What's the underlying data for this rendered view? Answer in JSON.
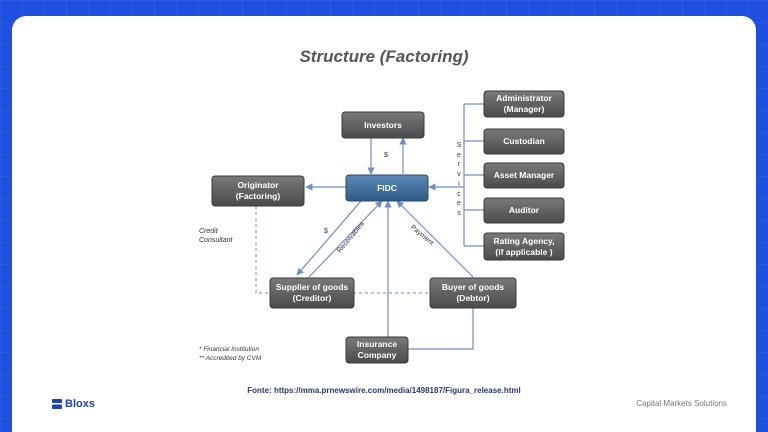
{
  "slide": {
    "title": "Structure (Factoring)",
    "source": "Fonte: https://mma.prnewswire.com/media/1498187/Figura_release.html",
    "brand": "Bloxs",
    "footer_right": "Capital Markets Solutions"
  },
  "diagram": {
    "nodes": {
      "investors": "Investors",
      "fidc": "FIDC",
      "originator": "Originator\n(Factoring)",
      "supplier": "Supplier of goods\n(Creditor)",
      "buyer": "Buyer of goods\n(Debtor)",
      "insurance": "Insurance\nCompany",
      "administrator": "Administrator\n(Manager)",
      "custodian": "Custodian",
      "asset_manager": "Asset Manager",
      "auditor": "Auditor",
      "rating_agency": "Rating Agency,\n(if applicable )"
    },
    "labels": {
      "investors_dollar": "$",
      "supplier_dollar": "$",
      "receivables": "Receivables",
      "payment": "Payment",
      "credit_consultant": "Credit\nConsultant",
      "services": "S\ne\nr\nv\ni\nc\ne\ns"
    },
    "notes": {
      "financial_institution": "* Financial Institution",
      "accredited": "** Accredited by CVM"
    },
    "colors": {
      "box_dark": "#5e5e5e",
      "fidc_blue": "#3d6b96",
      "arrow": "#6f8fc0"
    }
  }
}
